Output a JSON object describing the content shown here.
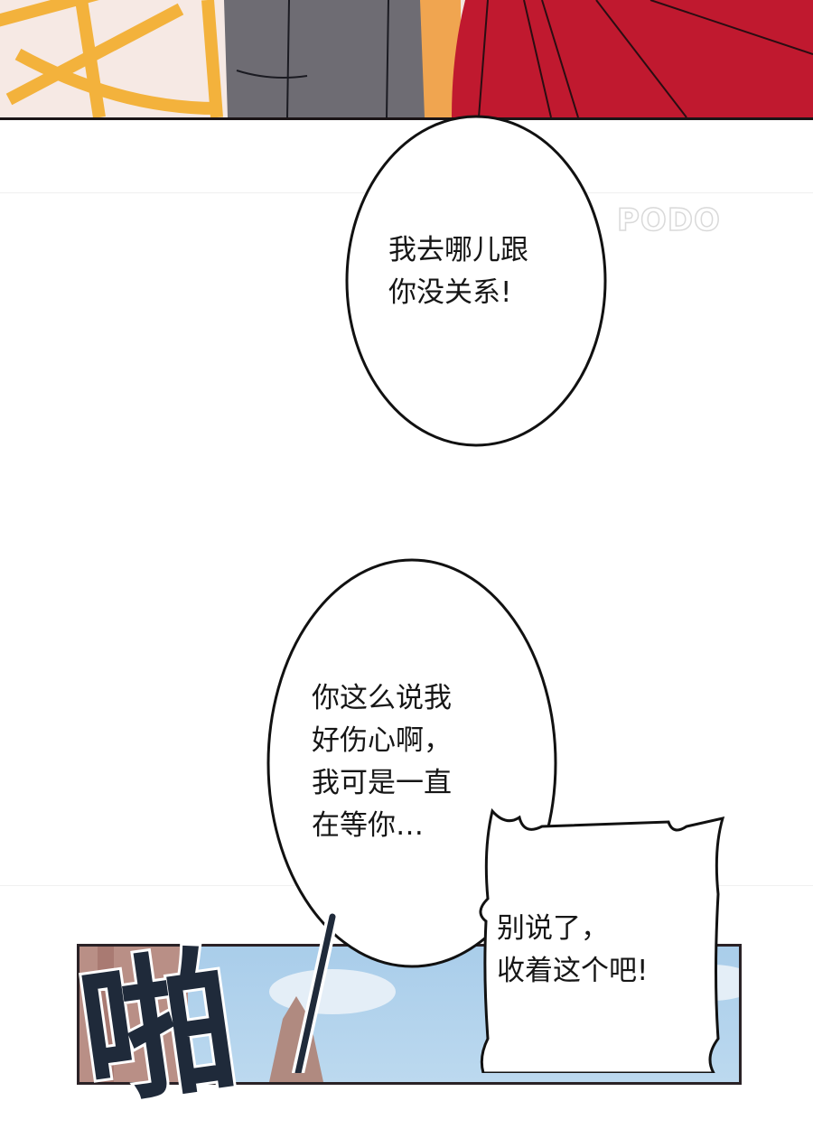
{
  "watermark": "PODO",
  "bubbles": [
    {
      "lines": [
        "我去哪儿跟",
        "你没关系!"
      ]
    },
    {
      "lines": [
        "你这么说我",
        "好伤心啊，",
        "我可是一直",
        "在等你…"
      ]
    },
    {
      "lines": [
        "别说了，",
        "收着这个吧!"
      ]
    }
  ],
  "sound_effect": "啪",
  "colors": {
    "red_cloth": "#c0192f",
    "sky": "#a9cdea",
    "sfx": "#1f2a3a",
    "orange": "#f5b93e"
  }
}
